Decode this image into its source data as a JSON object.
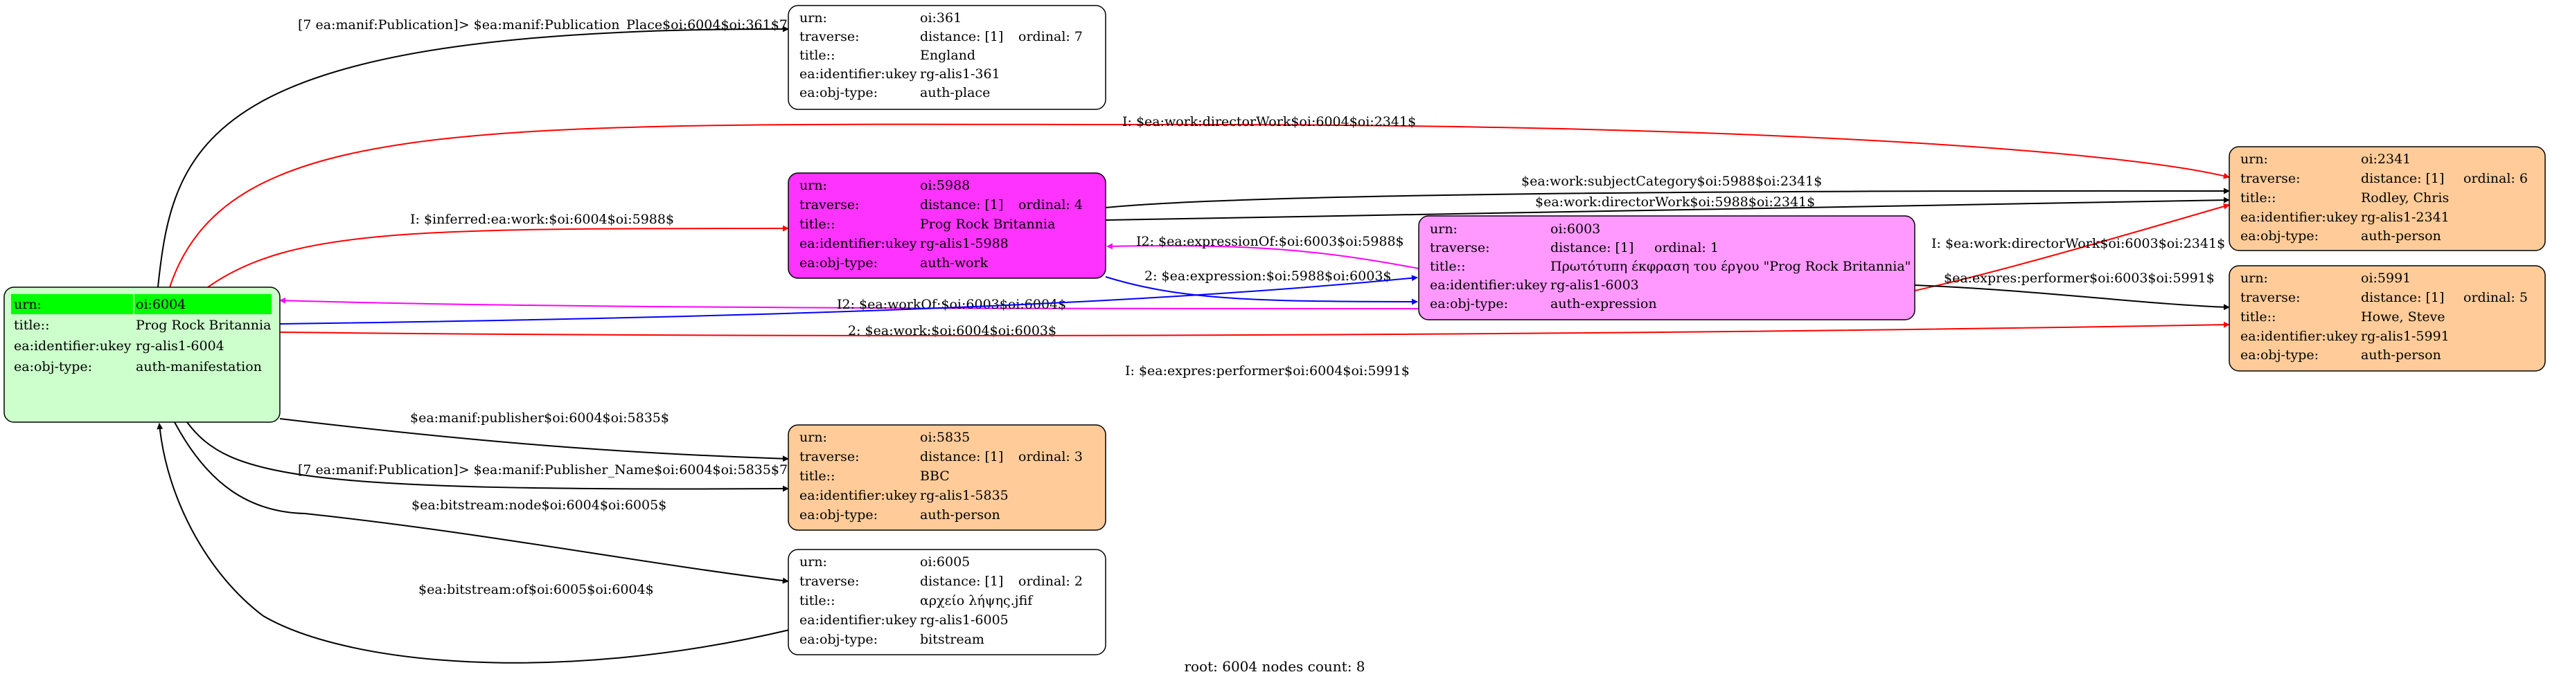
{
  "footer": {
    "text": "root: 6004 nodes count: 8"
  },
  "colors": {
    "root": "#ccffcc",
    "root_highlight": "#00ff00",
    "plain": "#ffffff",
    "person": "#ffcc99",
    "work": "#ff33ff",
    "expression": "#ff99ff",
    "edge_black": "#000000",
    "edge_red": "#ff0000",
    "edge_blue": "#0000ff",
    "edge_magenta": "#ff00ff"
  },
  "nodes": {
    "n6004": {
      "fill": "#ccffcc",
      "rows": [
        {
          "key": "urn:",
          "val": "oi:6004",
          "highlight": "#00ff00"
        },
        {
          "key": "title::",
          "val": "Prog Rock Britannia"
        },
        {
          "key": "ea:identifier:ukey",
          "val": "rg-alis1-6004"
        },
        {
          "key": "ea:obj-type:",
          "val": "auth-manifestation"
        }
      ]
    },
    "n361": {
      "fill": "#ffffff",
      "rows": [
        {
          "key": "urn:",
          "val": "oi:361"
        },
        {
          "key": "traverse:",
          "val": "distance: [1]",
          "extra": "ordinal: 7"
        },
        {
          "key": "title::",
          "val": "England"
        },
        {
          "key": "ea:identifier:ukey",
          "val": "rg-alis1-361"
        },
        {
          "key": "ea:obj-type:",
          "val": "auth-place"
        }
      ]
    },
    "n5988": {
      "fill": "#ff33ff",
      "rows": [
        {
          "key": "urn:",
          "val": "oi:5988"
        },
        {
          "key": "traverse:",
          "val": "distance: [1]",
          "extra": "ordinal: 4"
        },
        {
          "key": "title::",
          "val": "Prog Rock Britannia"
        },
        {
          "key": "ea:identifier:ukey",
          "val": "rg-alis1-5988"
        },
        {
          "key": "ea:obj-type:",
          "val": "auth-work"
        }
      ]
    },
    "n6003": {
      "fill": "#ff99ff",
      "rows": [
        {
          "key": "urn:",
          "val": "oi:6003"
        },
        {
          "key": "traverse:",
          "val": "distance: [1]",
          "extra": "ordinal: 1"
        },
        {
          "key": "title::",
          "val": "Πρωτότυπη έκφραση του έργου \"Prog Rock Britannia\""
        },
        {
          "key": "ea:identifier:ukey",
          "val": "rg-alis1-6003"
        },
        {
          "key": "ea:obj-type:",
          "val": "auth-expression"
        }
      ]
    },
    "n2341": {
      "fill": "#ffcc99",
      "rows": [
        {
          "key": "urn:",
          "val": "oi:2341"
        },
        {
          "key": "traverse:",
          "val": "distance: [1]",
          "extra": "ordinal: 6"
        },
        {
          "key": "title::",
          "val": "Rodley, Chris"
        },
        {
          "key": "ea:identifier:ukey",
          "val": "rg-alis1-2341"
        },
        {
          "key": "ea:obj-type:",
          "val": "auth-person"
        }
      ]
    },
    "n5991": {
      "fill": "#ffcc99",
      "rows": [
        {
          "key": "urn:",
          "val": "oi:5991"
        },
        {
          "key": "traverse:",
          "val": "distance: [1]",
          "extra": "ordinal: 5"
        },
        {
          "key": "title::",
          "val": "Howe, Steve"
        },
        {
          "key": "ea:identifier:ukey",
          "val": "rg-alis1-5991"
        },
        {
          "key": "ea:obj-type:",
          "val": "auth-person"
        }
      ]
    },
    "n5835": {
      "fill": "#ffcc99",
      "rows": [
        {
          "key": "urn:",
          "val": "oi:5835"
        },
        {
          "key": "traverse:",
          "val": "distance: [1]",
          "extra": "ordinal: 3"
        },
        {
          "key": "title::",
          "val": "BBC"
        },
        {
          "key": "ea:identifier:ukey",
          "val": "rg-alis1-5835"
        },
        {
          "key": "ea:obj-type:",
          "val": "auth-person"
        }
      ]
    },
    "n6005": {
      "fill": "#ffffff",
      "rows": [
        {
          "key": "urn:",
          "val": "oi:6005"
        },
        {
          "key": "traverse:",
          "val": "distance: [1]",
          "extra": "ordinal: 2"
        },
        {
          "key": "title::",
          "val": "αρχείο λήψης.jfif"
        },
        {
          "key": "ea:identifier:ukey",
          "val": "rg-alis1-6005"
        },
        {
          "key": "ea:obj-type:",
          "val": "bitstream"
        }
      ]
    }
  },
  "edges": {
    "e_publication_place": {
      "label": "[7 ea:manif:Publication]> $ea:manif:Publication_Place$oi:6004$oi:361$7",
      "color": "#000000"
    },
    "e_director_red": {
      "label": "I: $ea:work:directorWork$oi:6004$oi:2341$",
      "color": "#ff0000"
    },
    "e_inferred_work": {
      "label": "I: $inferred:ea:work:$oi:6004$oi:5988$",
      "color": "#ff0000"
    },
    "e_subject_category": {
      "label": "$ea:work:subjectCategory$oi:5988$oi:2341$",
      "color": "#000000"
    },
    "e_director_work": {
      "label": "$ea:work:directorWork$oi:5988$oi:2341$",
      "color": "#000000"
    },
    "e_expression_of": {
      "label": "I2: $ea:expressionOf:$oi:6003$oi:5988$",
      "color": "#ff00ff"
    },
    "e_expression": {
      "label": "2: $ea:expression:$oi:5988$oi:6003$",
      "color": "#0000ff"
    },
    "e_director_from_expr": {
      "label": "I: $ea:work:directorWork$oi:6003$oi:2341$",
      "color": "#ff0000"
    },
    "e_work_of": {
      "label": "I2: $ea:workOf:$oi:6003$oi:6004$",
      "color": "#ff00ff"
    },
    "e_work": {
      "label": "2: $ea:work:$oi:6004$oi:6003$",
      "color": "#0000ff"
    },
    "e_performer": {
      "label": "$ea:expres:performer$oi:6003$oi:5991$",
      "color": "#000000"
    },
    "e_performer_red": {
      "label": "I: $ea:expres:performer$oi:6004$oi:5991$",
      "color": "#ff0000"
    },
    "e_publisher": {
      "label": "$ea:manif:publisher$oi:6004$oi:5835$",
      "color": "#000000"
    },
    "e_publisher_name": {
      "label": "[7 ea:manif:Publication]> $ea:manif:Publisher_Name$oi:6004$oi:5835$7",
      "color": "#000000"
    },
    "e_bitstream_node": {
      "label": "$ea:bitstream:node$oi:6004$oi:6005$",
      "color": "#000000"
    },
    "e_bitstream_of": {
      "label": "$ea:bitstream:of$oi:6005$oi:6004$",
      "color": "#000000"
    }
  }
}
